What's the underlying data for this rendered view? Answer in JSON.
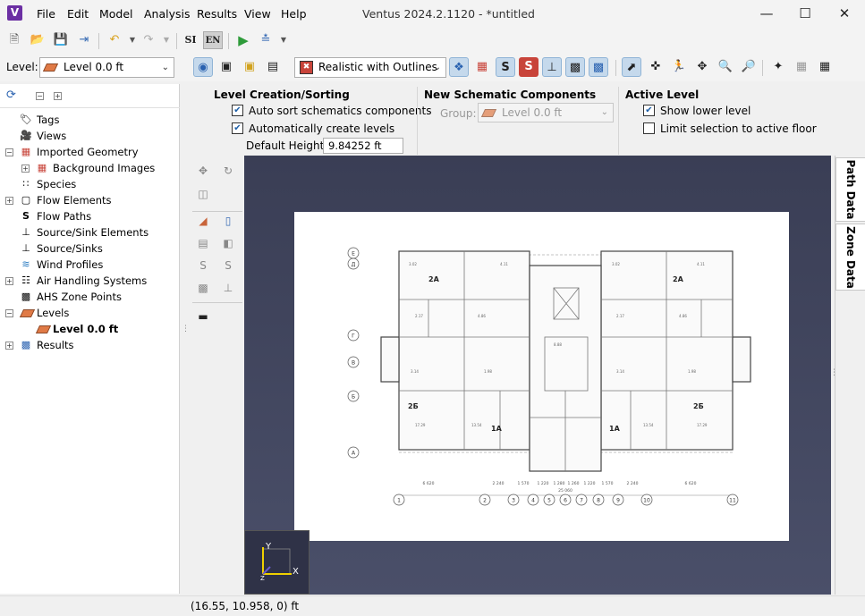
{
  "app": {
    "title": "Ventus 2024.2.1120 - *untitled",
    "icon_letter": "V",
    "menu": [
      "File",
      "Edit",
      "Model",
      "Analysis",
      "Results",
      "View",
      "Help"
    ]
  },
  "toolbar": {
    "units_si": "SI",
    "units_en": "EN",
    "level_label": "Level:",
    "level_value": "Level 0.0 ft",
    "render_mode": "Realistic with Outlines"
  },
  "tree": {
    "items": [
      {
        "label": "Tags",
        "icon": "tag-icon"
      },
      {
        "label": "Views",
        "icon": "camera-icon"
      },
      {
        "label": "Imported Geometry",
        "icon": "blocks-icon"
      },
      {
        "label": "Background Images",
        "icon": "blocks-icon"
      },
      {
        "label": "Species",
        "icon": "species-icon"
      },
      {
        "label": "Flow Elements",
        "icon": "flow-element-icon"
      },
      {
        "label": "Flow Paths",
        "icon": "flow-path-icon"
      },
      {
        "label": "Source/Sink Elements",
        "icon": "source-sink-element-icon"
      },
      {
        "label": "Source/Sinks",
        "icon": "source-sink-icon"
      },
      {
        "label": "Wind Profiles",
        "icon": "wind-icon"
      },
      {
        "label": "Air Handling Systems",
        "icon": "ahs-icon"
      },
      {
        "label": "AHS Zone Points",
        "icon": "ahs-zone-icon"
      },
      {
        "label": "Levels",
        "icon": "level-icon"
      },
      {
        "label": "Level 0.0 ft",
        "icon": "level-icon"
      },
      {
        "label": "Results",
        "icon": "results-icon"
      }
    ]
  },
  "props": {
    "level_creation": {
      "title": "Level Creation/Sorting",
      "auto_sort_label": "Auto sort schematics components",
      "auto_sort_checked": true,
      "auto_create_label": "Automatically create levels",
      "auto_create_checked": true,
      "default_height_label": "Default Height:",
      "default_height_value": "9.84252 ft"
    },
    "new_schematic": {
      "title": "New Schematic Components",
      "group_label": "Group:",
      "group_value": "Level 0.0 ft"
    },
    "active_level": {
      "title": "Active Level",
      "show_lower_label": "Show lower level",
      "show_lower_checked": true,
      "limit_label": "Limit selection to active floor",
      "limit_checked": false
    }
  },
  "right_tabs": [
    "Path Data",
    "Zone Data"
  ],
  "axes": {
    "y": "Y",
    "x": "X",
    "z": "Z"
  },
  "floorplan": {
    "grid_numbers": [
      "1",
      "2",
      "3",
      "4",
      "5",
      "6",
      "7",
      "8",
      "9",
      "10",
      "11"
    ],
    "grid_letters": [
      "Е",
      "Д",
      "Г",
      "В",
      "Б",
      "А"
    ],
    "room_tags": [
      "2A",
      "2A",
      "2Б",
      "2Б",
      "1A",
      "1A"
    ],
    "dims": [
      "6 620",
      "2 240",
      "1 570",
      "1 220",
      "1 280",
      "1 260",
      "1 220",
      "1 570",
      "2 240",
      "6 620"
    ],
    "total_dim": "25 060"
  },
  "status": {
    "coords": "(16.55, 10.958, 0) ft"
  },
  "colors": {
    "accent": "#6b2fa3",
    "canvas_bg": "#3a3e55",
    "level_swatch": "#e07a46",
    "check": "#1d5fa8"
  }
}
